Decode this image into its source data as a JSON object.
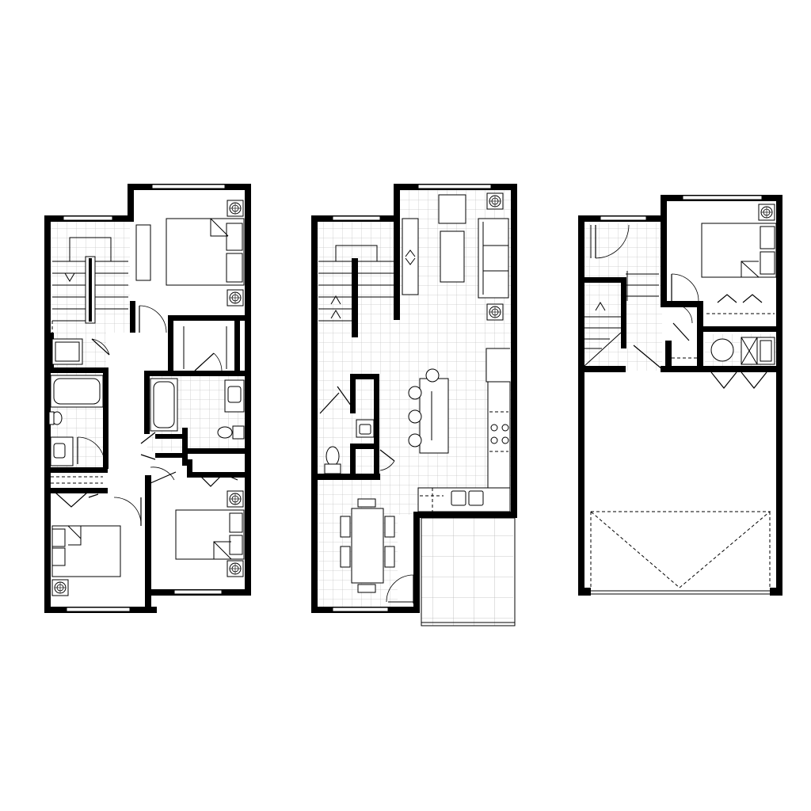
{
  "floors": [
    "upper-floor",
    "main-floor",
    "lower-floor"
  ],
  "colors": {
    "wall": "#000000",
    "tile_grid": "#c8c8c8",
    "background": "#ffffff"
  }
}
